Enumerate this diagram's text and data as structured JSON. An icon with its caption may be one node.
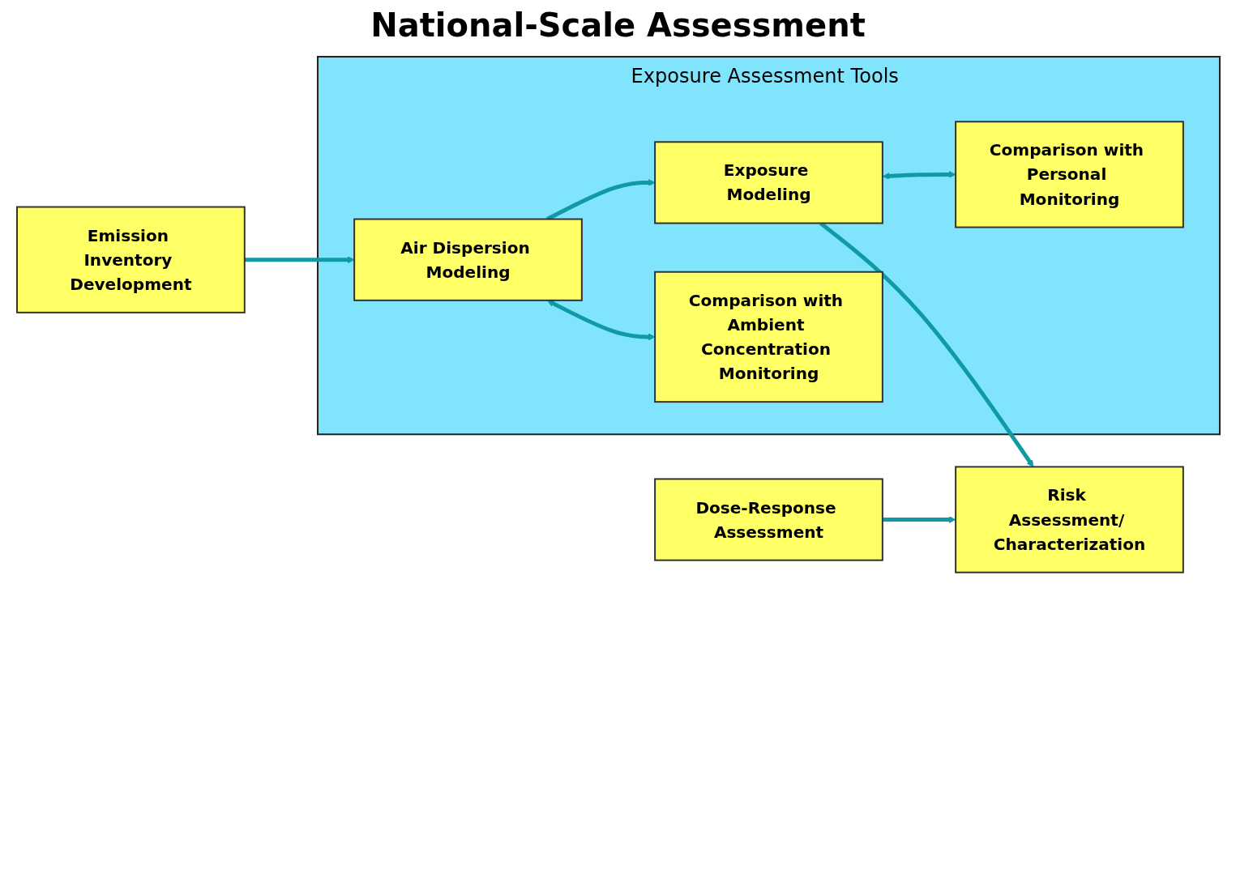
{
  "diagram": {
    "title": "National-Scale Assessment",
    "nodes": [
      {
        "text": [
          "Dose-Response Assessment"
        ]
      },
      {
        "text": [
          "Exposure Assessment Tools"
        ]
      },
      {
        "text": [
          "Emission Inventory Development"
        ]
      },
      {
        "text": [
          "Air Dispersion Modeling"
        ],
        "in": 1
      },
      {
        "text": [
          "Exposure Modeling"
        ],
        "in": 1
      },
      {
        "text": [
          "Risk Assessment/ Characterization"
        ]
      },
      {
        "text": [
          "Comparison with Ambient Concentration Monitoring"
        ],
        "in": 1
      },
      {
        "text": [
          "Comparison with Personal Monitoring"
        ],
        "in": 1
      }
    ],
    "edges": [
      {
        "from": 2,
        "to": 3,
        "arrow": "to"
      },
      {
        "from": 3,
        "to": 4,
        "arrow": "to"
      },
      {
        "from": 4,
        "to": 5,
        "arrow": "to"
      },
      {
        "from": 0,
        "to": 5,
        "arrow": "to"
      },
      {
        "from": 3,
        "to": 6,
        "arrow": "both"
      },
      {
        "from": 4,
        "to": 7,
        "arrow": "both"
      }
    ]
  }
}
